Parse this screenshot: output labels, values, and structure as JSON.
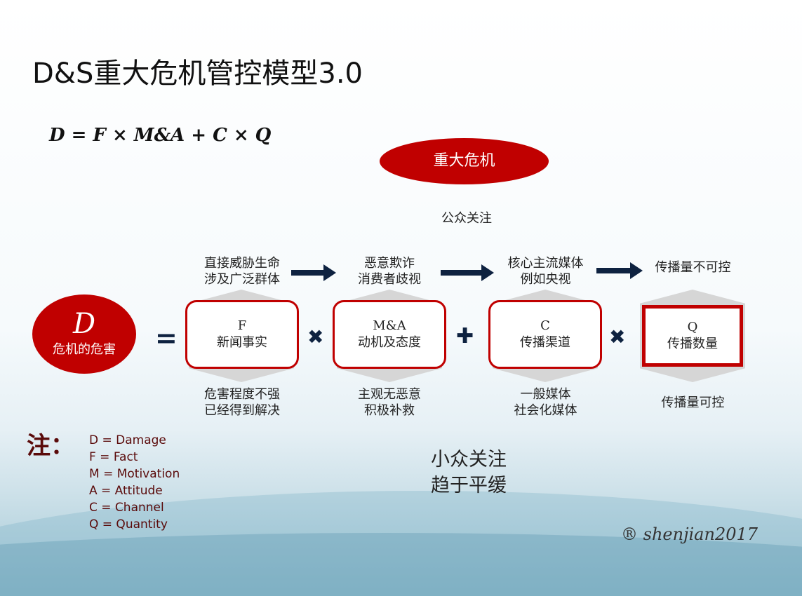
{
  "title": "D&S重大危机管控模型3.0",
  "formula": "D = F × M&A + C × Q",
  "top_ellipse": "重大危机",
  "public_attention": "公众关注",
  "d_node": {
    "letter": "D",
    "label": "危机的危害"
  },
  "factors": [
    {
      "letter": "F",
      "name": "新闻事实",
      "high": [
        "直接威胁生命",
        "涉及广泛群体"
      ],
      "low": [
        "危害程度不强",
        "已经得到解决"
      ]
    },
    {
      "letter": "M&A",
      "name": "动机及态度",
      "high": [
        "恶意欺诈",
        "消费者歧视"
      ],
      "low": [
        "主观无恶意",
        "积极补救"
      ]
    },
    {
      "letter": "C",
      "name": "传播渠道",
      "high": [
        "核心主流媒体",
        "例如央视"
      ],
      "low": [
        "一般媒体",
        "社会化媒体"
      ]
    },
    {
      "letter": "Q",
      "name": "传播数量",
      "high": [
        "传播量不可控"
      ],
      "low": [
        "传播量可控"
      ]
    }
  ],
  "operators": [
    "=",
    "✖",
    "✚",
    "✖"
  ],
  "notes_label": "注：",
  "notes": [
    "D = Damage",
    "F = Fact",
    "M = Motivation",
    "A = Attitude",
    "C = Channel",
    "Q = Quantity"
  ],
  "small_attention": [
    "小众关注",
    "趋于平缓"
  ],
  "signature": "® shenjian2017",
  "colors": {
    "accent": "#c00000",
    "navy": "#0e2240"
  }
}
